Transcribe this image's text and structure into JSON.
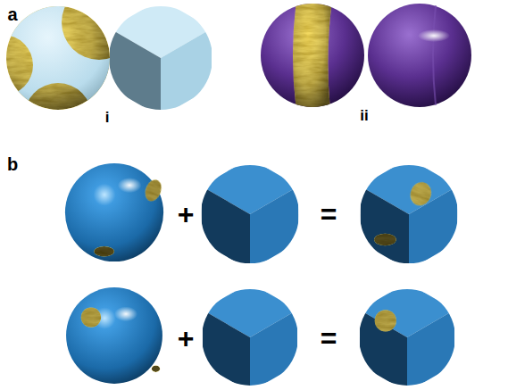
{
  "diagram": {
    "labels": [
      "a",
      "i",
      "ii",
      "b",
      "+",
      "=",
      "+",
      "="
    ]
  }
}
